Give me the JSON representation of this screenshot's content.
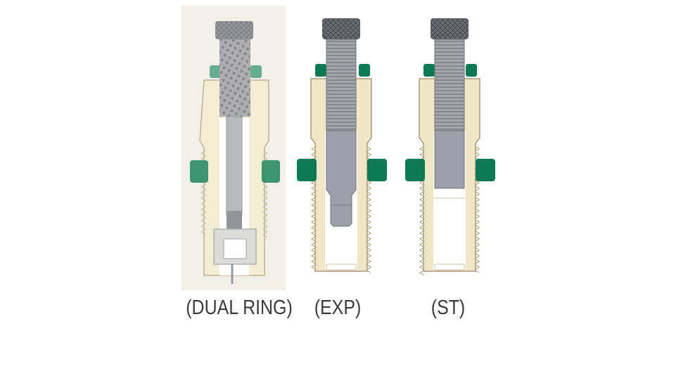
{
  "labels": {
    "dual_ring": "(DUAL RING)",
    "exp": "(EXP)",
    "st": "(ST)"
  },
  "colors": {
    "body": "#efe7c8",
    "body_stroke": "#a89a7a",
    "ring": "#0d7a55",
    "steel": "#9da1a7",
    "steel_dark": "#6f7378",
    "knurl": "#55595e",
    "background": "#ffffff"
  },
  "icons": {
    "die_dual_ring": "dual-ring-die-cutaway",
    "die_exp": "expander-die-cutaway",
    "die_st": "standard-die-cutaway"
  }
}
